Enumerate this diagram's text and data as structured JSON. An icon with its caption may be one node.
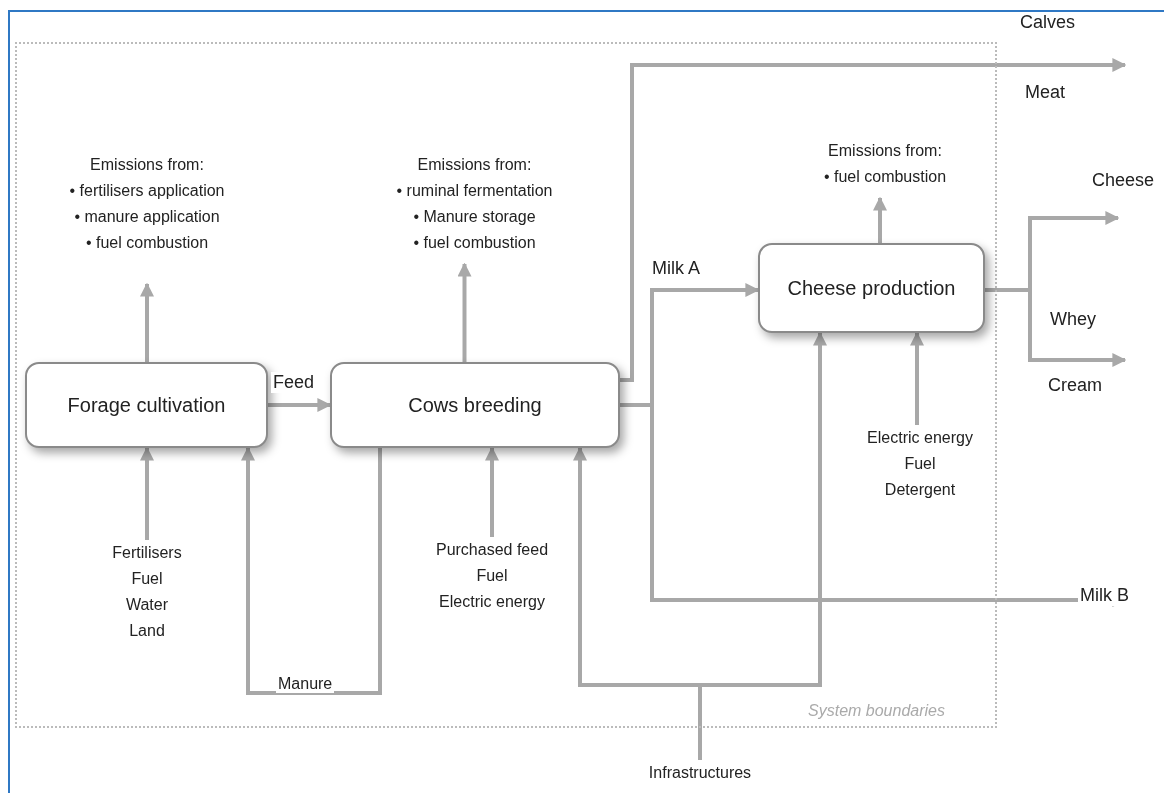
{
  "diagram": {
    "nodes": [
      {
        "text": [
          "System boundaries"
        ]
      },
      {
        "text": [
          "Forage cultivation"
        ],
        "in": 0
      },
      {
        "text": [
          "Cows breeding"
        ],
        "in": 0
      },
      {
        "text": [
          "Cheese production"
        ],
        "in": 0
      },
      {
        "text": [
          "Emissions from:",
          "• fertilisers application",
          "• manure application",
          "• fuel combustion"
        ],
        "in": 0
      },
      {
        "text": [
          "Emissions from:",
          "• ruminal fermentation",
          "• Manure storage",
          "• fuel combustion"
        ],
        "in": 0
      },
      {
        "text": [
          "Emissions from:",
          "• fuel combustion"
        ],
        "in": 0
      },
      {
        "text": [
          "Fertilisers",
          "Fuel",
          "Water",
          "Land"
        ],
        "in": 0
      },
      {
        "text": [
          "Purchased feed",
          "Fuel",
          "Electric energy"
        ],
        "in": 0
      },
      {
        "text": [
          "Electric energy",
          "Fuel",
          "Detergent"
        ],
        "in": 0
      },
      {
        "text": [
          "Infrastructures"
        ]
      }
    ],
    "edges": [
      {
        "from": 1,
        "to": 2,
        "arrow": "to",
        "label": "Feed"
      },
      {
        "from": 2,
        "to": 1,
        "arrow": "to",
        "label": "Manure"
      },
      {
        "from": 1,
        "to": 4,
        "arrow": "to"
      },
      {
        "from": 2,
        "to": 5,
        "arrow": "to"
      },
      {
        "from": 3,
        "to": 6,
        "arrow": "to"
      },
      {
        "from": 7,
        "to": 1,
        "arrow": "to"
      },
      {
        "from": 8,
        "to": 2,
        "arrow": "to"
      },
      {
        "from": 9,
        "to": 3,
        "arrow": "to"
      },
      {
        "from": 10,
        "to": 2,
        "arrow": "to"
      },
      {
        "from": 10,
        "to": 3,
        "arrow": "to"
      },
      {
        "from": 2,
        "to": 3,
        "arrow": "to",
        "label": "Milk A"
      },
      {
        "from": 2,
        "to": null,
        "arrow": "to",
        "label": "Milk B"
      },
      {
        "from": 2,
        "to": null,
        "arrow": "to"
      },
      {
        "from": 3,
        "to": null,
        "arrow": "to"
      },
      {
        "from": 3,
        "to": null,
        "arrow": "to"
      }
    ],
    "labels": [
      "Calves",
      "Meat",
      "Cheese",
      "Whey",
      "Cream"
    ]
  }
}
